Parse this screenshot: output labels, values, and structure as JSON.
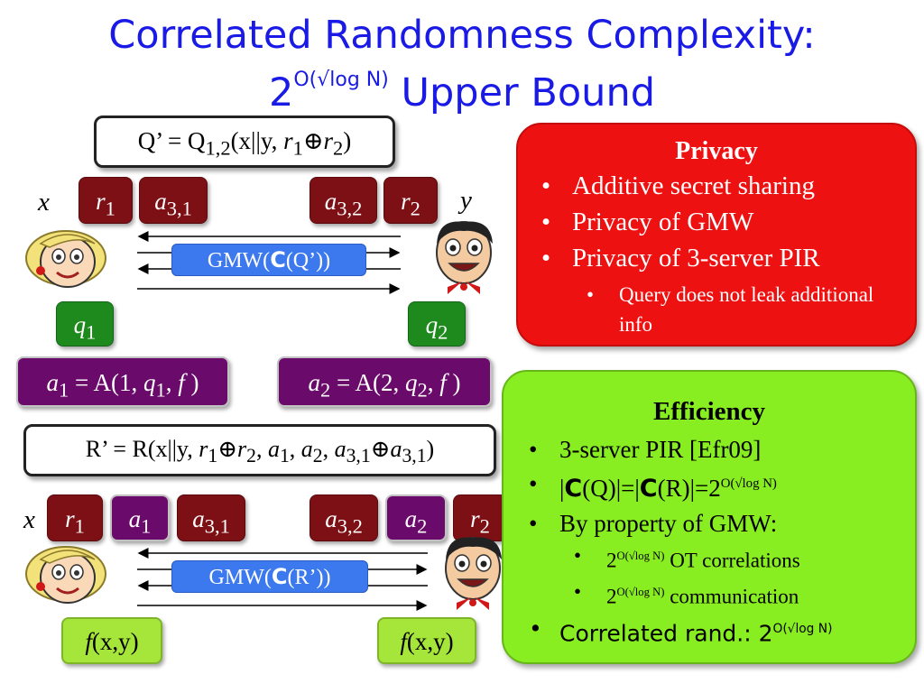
{
  "title": {
    "line1": "Correlated Randomness Complexity:",
    "line2_base": "2",
    "line2_exp": "O(√log N)",
    "line2_rest": " Upper Bound"
  },
  "top": {
    "query_formula": {
      "lhs": "Q’ = Q",
      "sub": "1,2",
      "open": "(x||y, ",
      "r1": "r",
      "r1_sub": "1",
      "xor": "⊕",
      "r2": "r",
      "r2_sub": "2",
      "close": ")"
    },
    "x_label": "x",
    "y_label": "y",
    "left_chips": [
      {
        "main": "r",
        "sub": "1"
      },
      {
        "main": "a",
        "sub": "3,1"
      }
    ],
    "right_chips": [
      {
        "main": "a",
        "sub": "3,2"
      },
      {
        "main": "r",
        "sub": "2"
      }
    ],
    "gmw": {
      "prefix": "GMW(",
      "c": "C",
      "arg": "(Q’))"
    },
    "q1": {
      "main": "q",
      "sub": "1"
    },
    "q2": {
      "main": "q",
      "sub": "2"
    },
    "a1": {
      "main": "a",
      "sub": "1",
      "eq": " = A(1, ",
      "q": "q",
      "qsub": "1",
      "tail": ", ",
      "f": "f",
      "end": " )"
    },
    "a2": {
      "main": "a",
      "sub": "2",
      "eq": " = A(2, ",
      "q": "q",
      "qsub": "2",
      "tail": ", ",
      "f": "f",
      "end": " )"
    }
  },
  "bottom": {
    "reply_formula": {
      "lhs": "R’ = R(x||y, ",
      "r1": "r",
      "r1_sub": "1",
      "xor1": "⊕",
      "r2": "r",
      "r2_sub": "2",
      "sep1": ", ",
      "a1": "a",
      "a1_sub": "1",
      "sep2": ", ",
      "a2": "a",
      "a2_sub": "2",
      "sep3": ", ",
      "a31": "a",
      "a31_sub": "3,1",
      "xor2": "⊕",
      "a31b": "a",
      "a31b_sub": "3,1",
      "close": ")"
    },
    "x_label": "x",
    "left_chips": [
      {
        "main": "r",
        "sub": "1"
      },
      {
        "main": "a",
        "sub": "1"
      },
      {
        "main": "a",
        "sub": "3,1"
      }
    ],
    "right_chips": [
      {
        "main": "a",
        "sub": "3,2"
      },
      {
        "main": "a",
        "sub": "2"
      },
      {
        "main": "r",
        "sub": "2"
      }
    ],
    "gmw": {
      "prefix": "GMW(",
      "c": "C",
      "arg": "(R’))"
    },
    "out_left": {
      "f": "f",
      "rest": "(x,y)"
    },
    "out_right": {
      "f": "f",
      "rest": "(x,y)"
    }
  },
  "privacy": {
    "heading": "Privacy",
    "items": [
      "Additive secret sharing",
      "Privacy of GMW",
      "Privacy of 3-server PIR"
    ],
    "subitem": "Query does not leak additional info"
  },
  "efficiency": {
    "heading": "Efficiency",
    "item1": "3-server PIR [Efr09]",
    "item2": {
      "p1": "|",
      "c1": "C",
      "p2": "(Q)|=|",
      "c2": "C",
      "p3": "(R)|=2",
      "exp": "O(√log N)"
    },
    "item3": "By property of GMW:",
    "sub1": {
      "base": "2",
      "exp": "O(√log N)",
      "text": " OT correlations"
    },
    "sub2": {
      "base": "2",
      "exp": "O(√log N)",
      "text": " communication"
    },
    "item4": {
      "text": "Correlated rand.: 2",
      "exp": "O(√log N)"
    }
  },
  "colors": {
    "title": "#1a1ae6",
    "privacy_panel": "#ee1111",
    "efficiency_panel": "#88ee22",
    "maroon_chip": "#7d1015",
    "purple_chip": "#6a0a6a",
    "green_chip": "#1e8a1e",
    "gmw_bar": "#3c78ee"
  },
  "icons": {
    "alice": "blonde-woman-face-icon",
    "bob": "man-with-bowtie-face-icon"
  }
}
